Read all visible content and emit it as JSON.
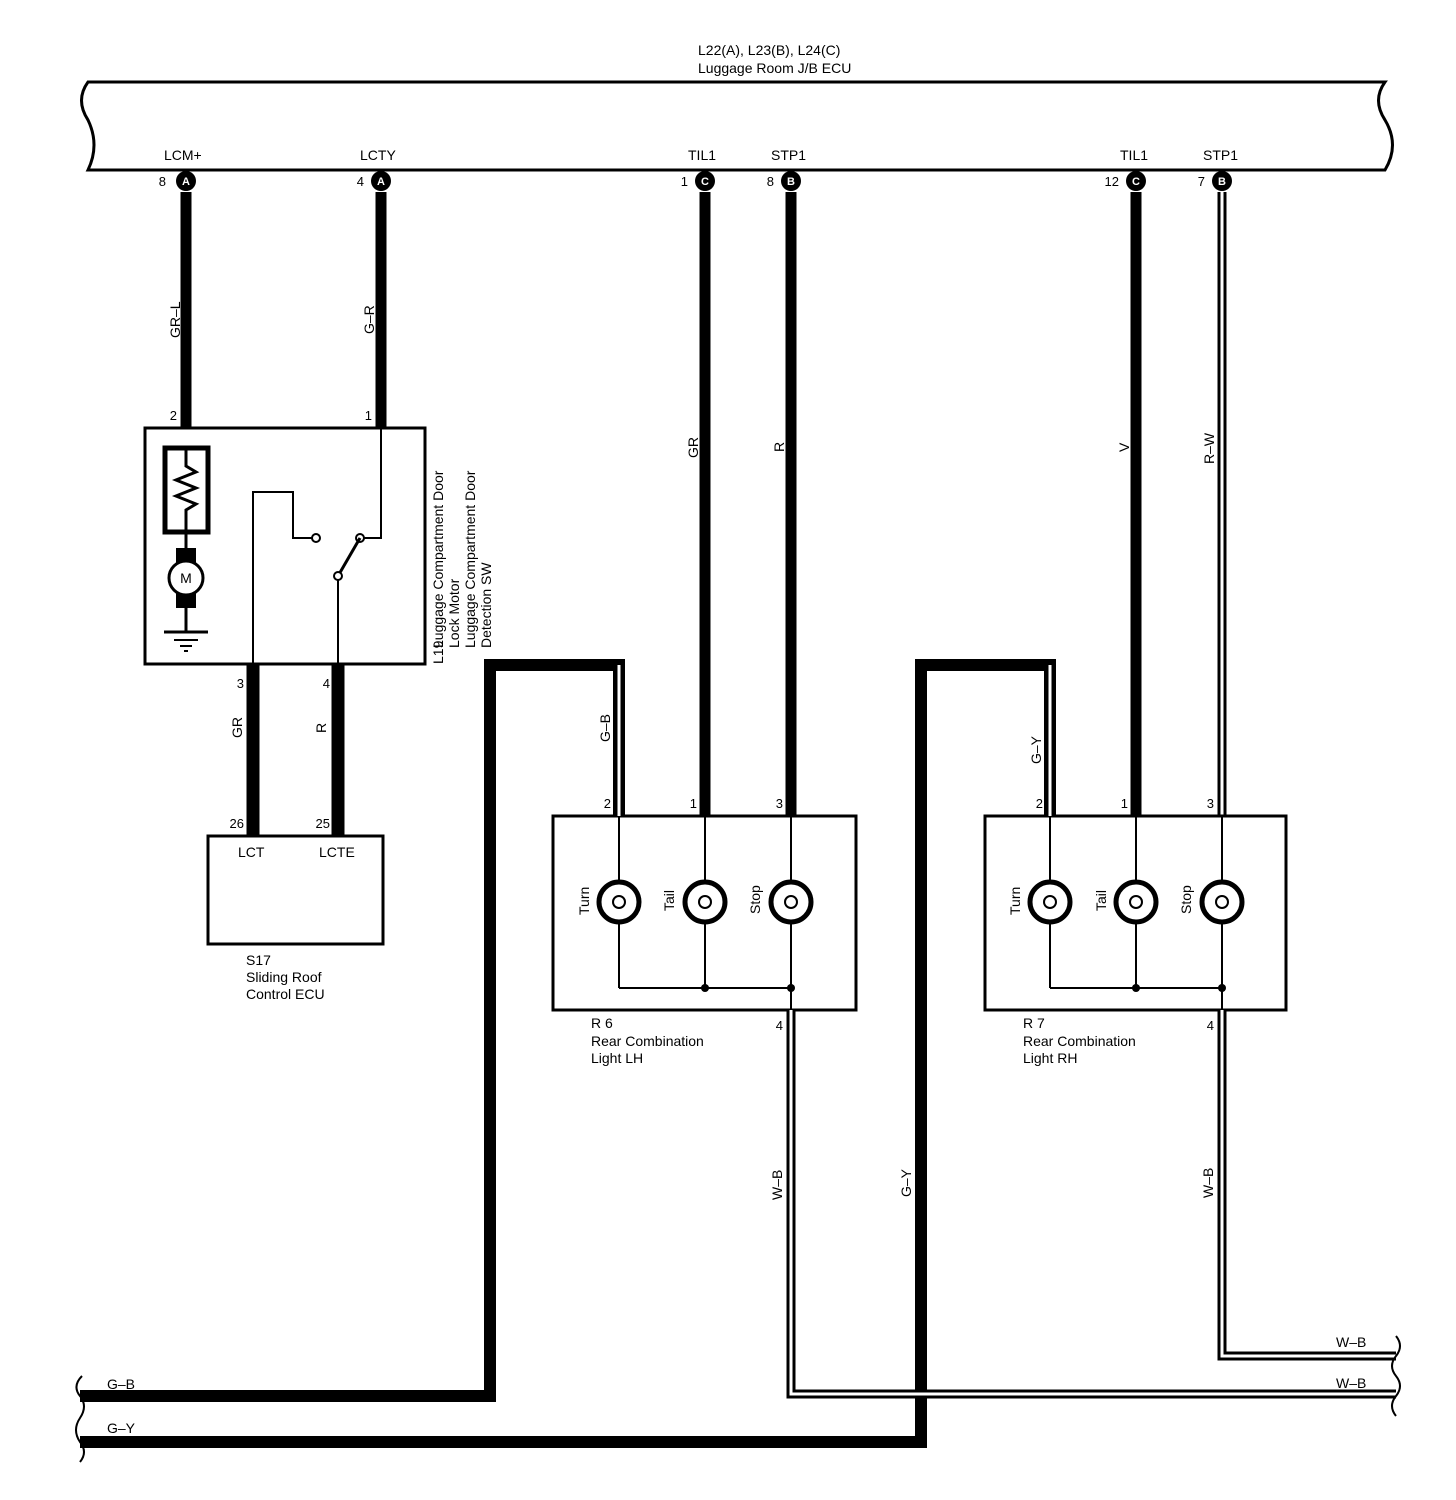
{
  "ecu": {
    "title_line1": "L22(A), L23(B), L24(C)",
    "title_line2": "Luggage Room J/B ECU",
    "terminals": [
      {
        "name": "LCM+",
        "pin": "8",
        "conn": "A"
      },
      {
        "name": "LCTY",
        "pin": "4",
        "conn": "A"
      },
      {
        "name": "TIL1",
        "pin": "1",
        "conn": "C"
      },
      {
        "name": "STP1",
        "pin": "8",
        "conn": "B"
      },
      {
        "name": "TIL1",
        "pin": "12",
        "conn": "C"
      },
      {
        "name": "STP1",
        "pin": "7",
        "conn": "B"
      }
    ]
  },
  "wires": {
    "w1": "GR–L",
    "w2": "G–R",
    "w3": "GR",
    "w4": "R",
    "w5": "V",
    "w6": "R–W",
    "w7": "GR",
    "w8": "R",
    "w9": "G–B",
    "w10": "G–Y",
    "w11": "W–B",
    "w12": "G–Y",
    "w13": "W–B",
    "bottom_gb": "G–B",
    "bottom_gy": "G–Y",
    "right_wb1": "W–B",
    "right_wb2": "W–B"
  },
  "l19": {
    "id": "L19",
    "line1": "Luggage Compartment Door",
    "line2": "Lock Motor",
    "line3": "Luggage Compartment Door",
    "line4": "Detection SW",
    "motor": "M",
    "pins": {
      "p2": "2",
      "p1": "1",
      "p3": "3",
      "p4": "4"
    }
  },
  "s17": {
    "id": "S17",
    "line1": "Sliding Roof",
    "line2": "Control ECU",
    "pin_lct": "26",
    "pin_lcte": "25",
    "lct": "LCT",
    "lcte": "LCTE"
  },
  "r6": {
    "id": "R 6",
    "line1": "Rear Combination",
    "line2": "Light LH",
    "pins": {
      "p2": "2",
      "p1": "1",
      "p3": "3",
      "p4": "4"
    },
    "bulbs": [
      "Turn",
      "Tail",
      "Stop"
    ]
  },
  "r7": {
    "id": "R 7",
    "line1": "Rear Combination",
    "line2": "Light RH",
    "pins": {
      "p2": "2",
      "p1": "1",
      "p3": "3",
      "p4": "4"
    },
    "bulbs": [
      "Turn",
      "Tail",
      "Stop"
    ]
  }
}
